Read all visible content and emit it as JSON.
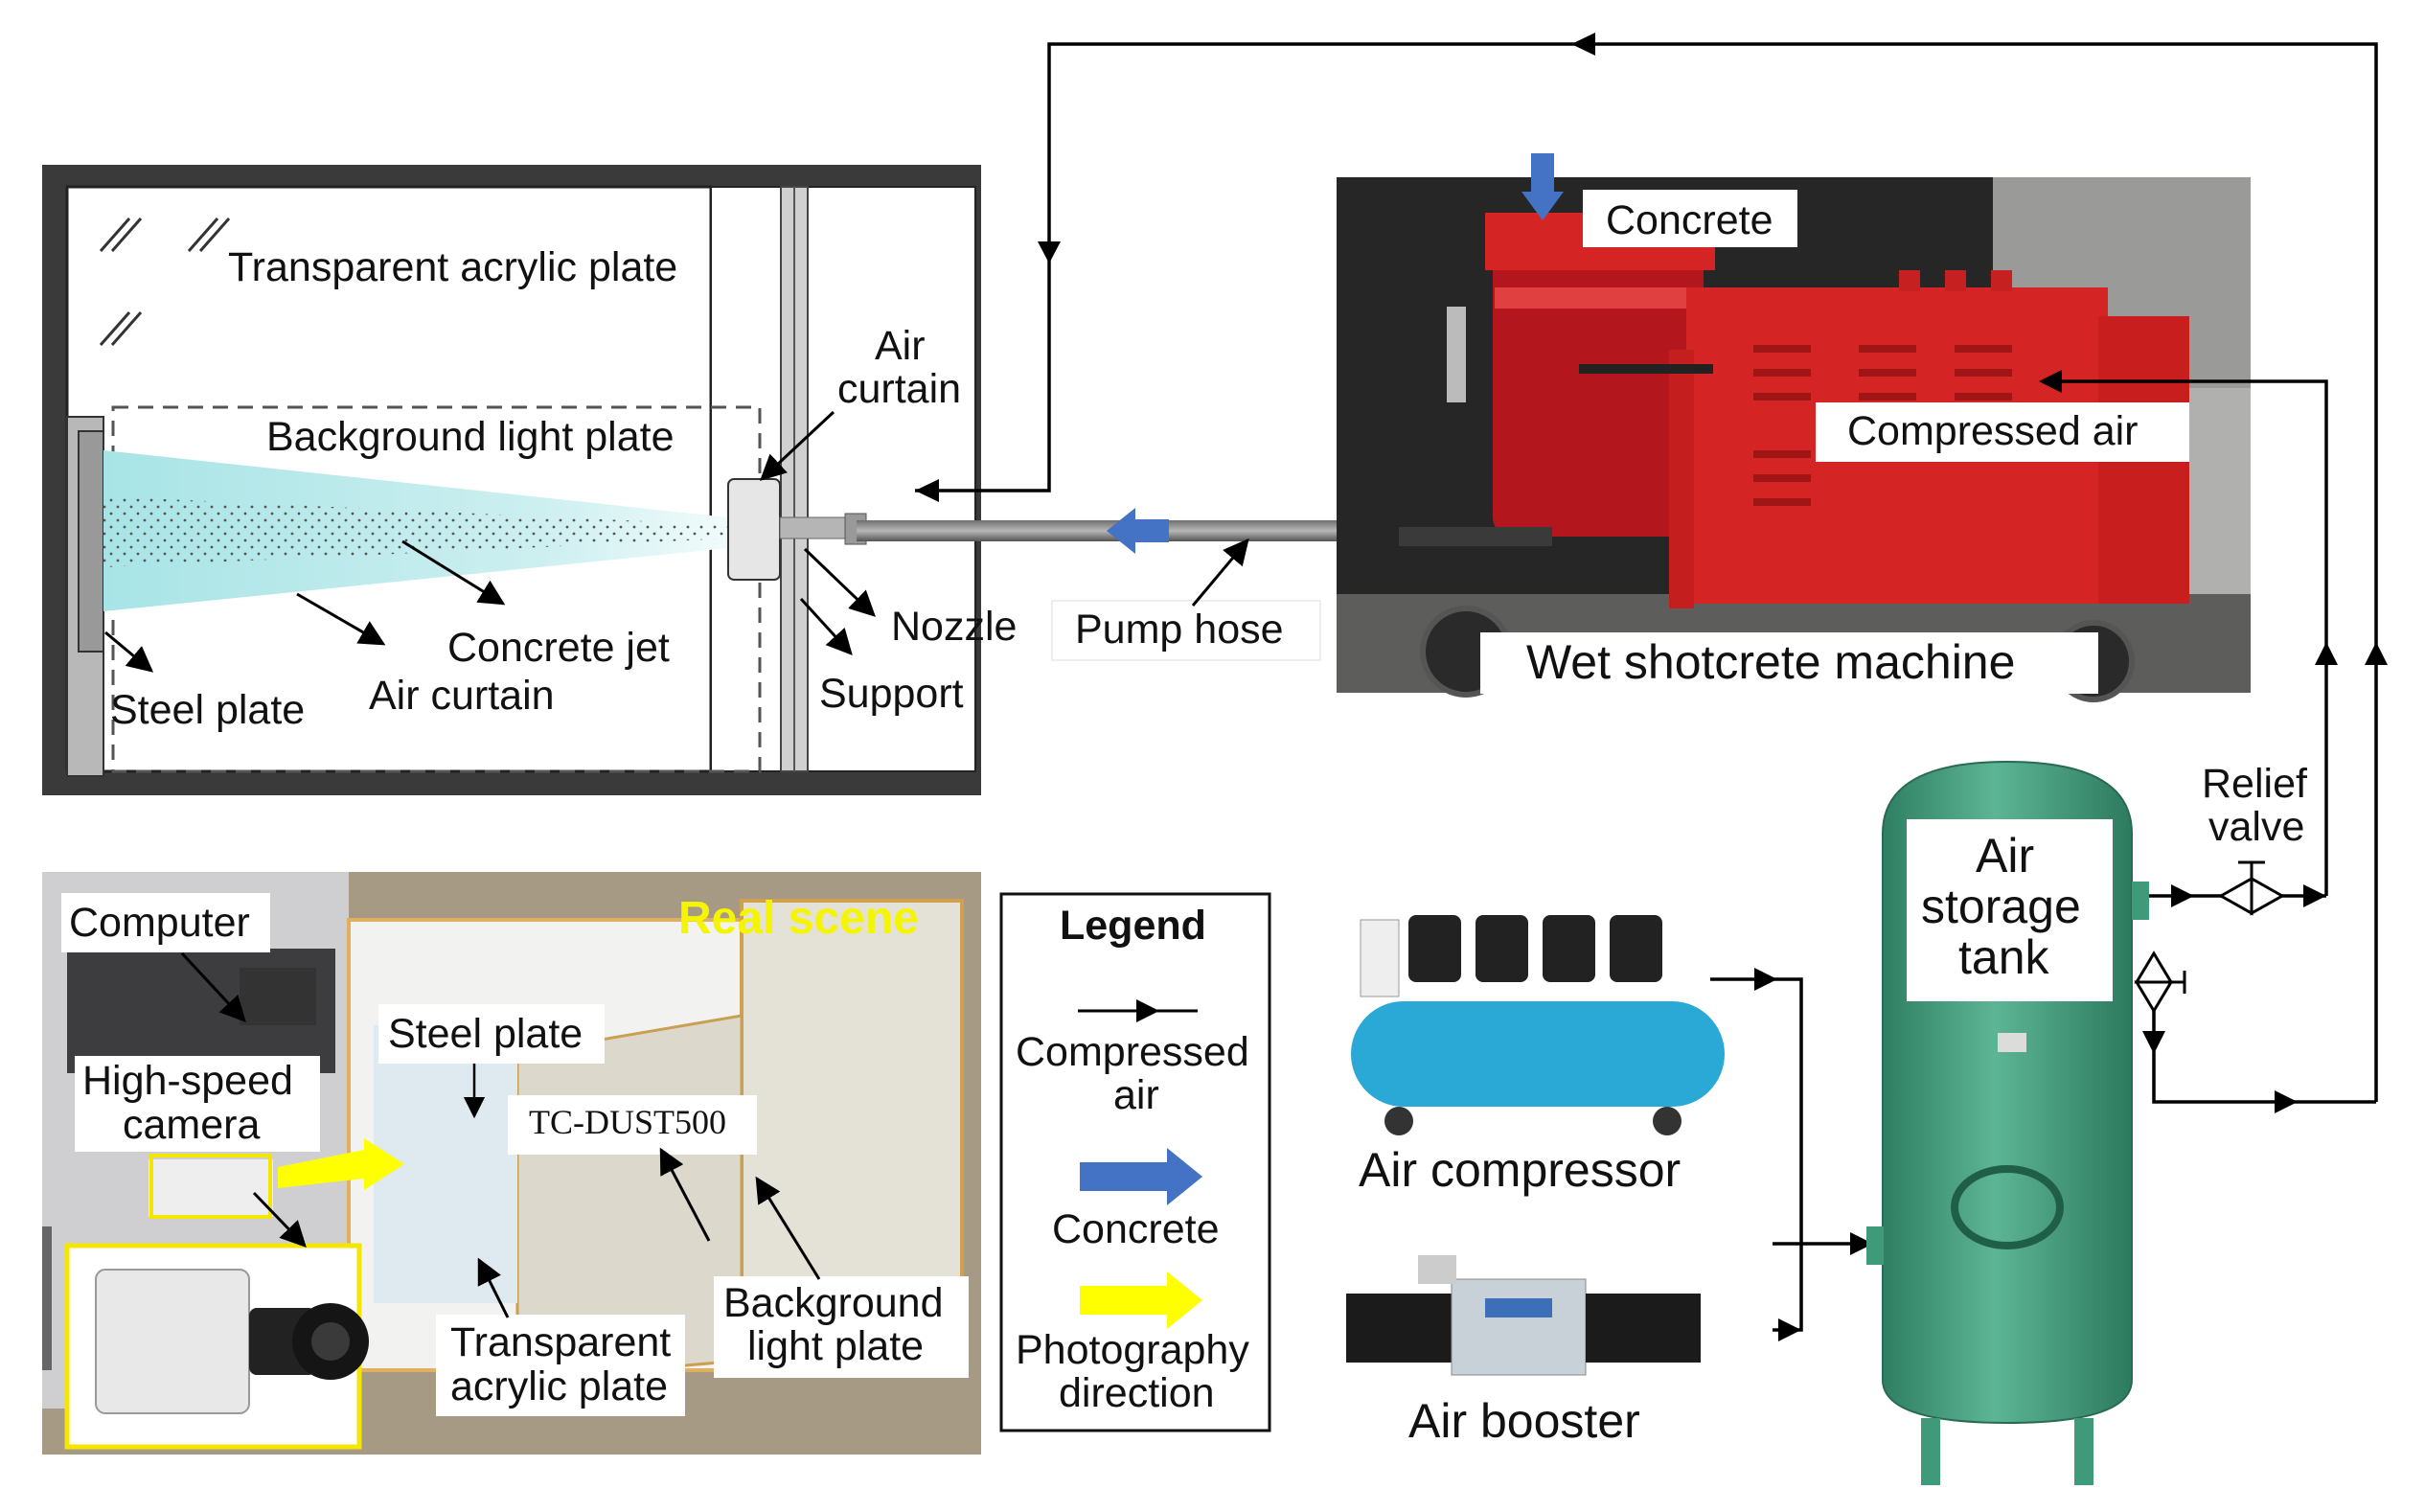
{
  "schematic": {
    "transparent_plate": "Transparent acrylic plate",
    "background_plate": "Background light plate",
    "air_curtain_top_1": "Air",
    "air_curtain_top_2": "curtain",
    "concrete_jet": "Concrete jet",
    "air_curtain_bottom": "Air curtain",
    "steel_plate": "Steel plate",
    "nozzle": "Nozzle",
    "support": "Support"
  },
  "machine": {
    "concrete": "Concrete",
    "compressed_air": "Compressed air",
    "pump_hose": "Pump hose",
    "title": "Wet shotcrete machine"
  },
  "real_scene": {
    "title": "Real scene",
    "computer": "Computer",
    "camera_1": "High-speed",
    "camera_2": "camera",
    "steel_plate": "Steel plate",
    "sensor": "TC-DUST500",
    "transparent_1": "Transparent",
    "transparent_2": "acrylic plate",
    "background_1": "Background",
    "background_2": "light plate"
  },
  "legend": {
    "title": "Legend",
    "item1_1": "Compressed",
    "item1_2": "air",
    "item2": "Concrete",
    "item3_1": "Photography",
    "item3_2": "direction"
  },
  "equipment": {
    "relief_1": "Relief",
    "relief_2": "valve",
    "tank_1": "Air",
    "tank_2": "storage",
    "tank_3": "tank",
    "compressor": "Air compressor",
    "booster": "Air booster"
  },
  "colors": {
    "concrete_arrow": "#4472c4",
    "photo_arrow": "#ffff00",
    "machine_red": "#d42424",
    "tank_green": "#3f9a7a",
    "compressor_blue": "#2aa8d6",
    "real_scene_title": "#f5f500"
  }
}
